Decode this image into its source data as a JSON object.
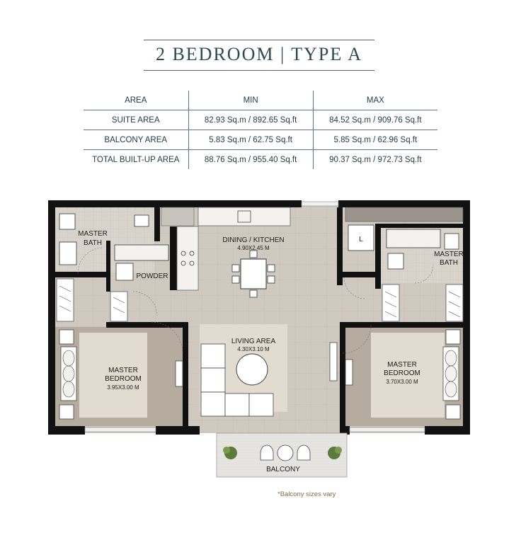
{
  "title": "2 BEDROOM | TYPE A",
  "table": {
    "headers": [
      "AREA",
      "MIN",
      "MAX"
    ],
    "rows": [
      {
        "area": "SUITE AREA",
        "min": "82.93 Sq.m / 892.65 Sq.ft",
        "max": "84.52 Sq.m / 909.76 Sq.ft"
      },
      {
        "area": "BALCONY AREA",
        "min": "5.83 Sq.m / 62.75 Sq.ft",
        "max": "5.85 Sq.m / 62.96 Sq.ft"
      },
      {
        "area": "TOTAL BUILT-UP AREA",
        "min": "88.76 Sq.m / 955.40 Sq.ft",
        "max": "90.37 Sq.m / 972.73 Sq.ft"
      }
    ]
  },
  "plan": {
    "rooms": {
      "master_bath_left": [
        "MASTER",
        "BATH"
      ],
      "powder": "POWDER",
      "dining_kitchen": "DINING / KITCHEN",
      "dining_kitchen_size": "4.90X2.45 M",
      "laundry": "L",
      "master_bath_right": [
        "MASTER",
        "BATH"
      ],
      "living_area": "LIVING AREA",
      "living_area_size": "4.30X3.10 M",
      "bedroom_left": [
        "MASTER",
        "BEDROOM"
      ],
      "bedroom_left_size": "3.95X3.00 M",
      "bedroom_right": [
        "MASTER",
        "BEDROOM"
      ],
      "bedroom_right_size": "3.70X3.00 M",
      "balcony": "BALCONY"
    },
    "colors": {
      "floor_tile": "#cfc9bf",
      "bedroom_floor": "#b5ab9e",
      "rug": "#e2dbd0",
      "wall": "#111111",
      "balcony_floor": "#e6e4e0",
      "plant": "#5c7a3c"
    }
  },
  "note": "*Balcony sizes vary"
}
